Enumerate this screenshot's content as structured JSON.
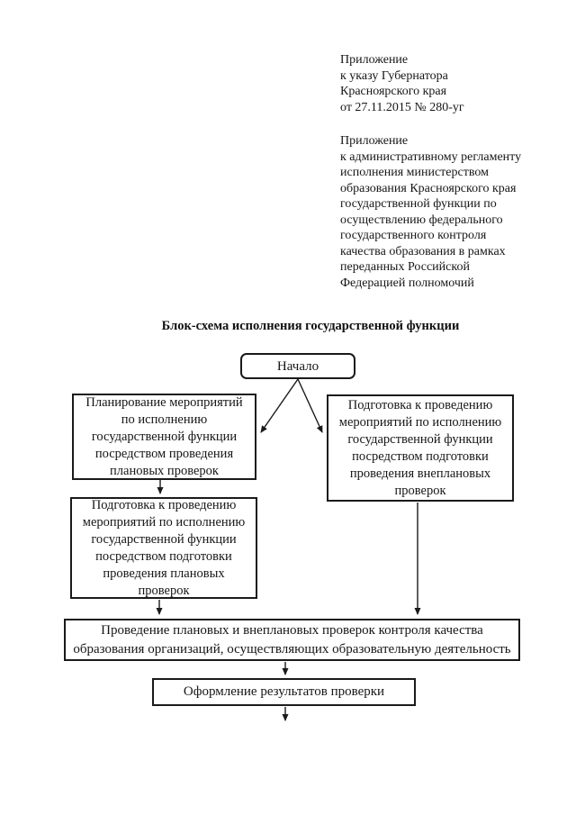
{
  "colors": {
    "page_background": "#ffffff",
    "ink": "#1a1a1a"
  },
  "annex_note_1": {
    "text": "Приложение\nк указу Губернатора\nКрасноярского края\nот 27.11.2015 № 280-уг"
  },
  "annex_note_2": {
    "text": "Приложение\nк административному регламенту\nисполнения министерством\nобразования Красноярского края\nгосударственной функции по\nосуществлению федерального\nгосударственного контроля\nкачества образования в рамках\nпереданных Российской\nФедерацией полномочий"
  },
  "diagram": {
    "title": "Блок-схема исполнения государственной функции",
    "nodes": {
      "start": "Начало",
      "planning": "Планирование мероприятий\nпо исполнению\nгосударственной функции\nпосредством проведения\nплановых проверок",
      "prep_unscheduled": "Подготовка к проведению\nмероприятий по исполнению\nгосударственной функции\nпосредством подготовки\nпроведения внеплановых\nпроверок",
      "prep_scheduled": "Подготовка к проведению\nмероприятий по исполнению\nгосударственной функции\nпосредством подготовки\nпроведения плановых\nпроверок",
      "conduct": "Проведение плановых и внеплановых проверок контроля качества\nобразования организаций, осуществляющих образовательную деятельность",
      "results": "Оформление результатов проверки"
    }
  }
}
